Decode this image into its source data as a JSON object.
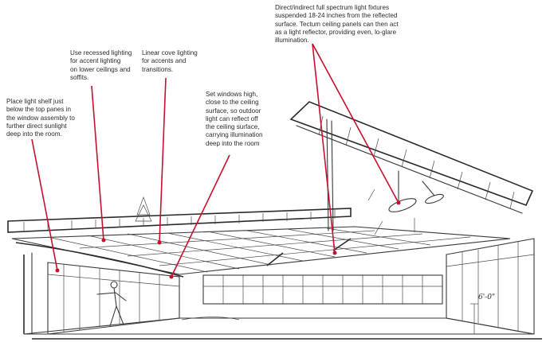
{
  "annotations": {
    "fixtures": "Direct/indirect full spectrum light fixtures\nsuspended 18-24 inches from the reflected\nsurface. Tectum ceiling panels can then act\nas a light reflector, providing even, lo-glare\nillumination.",
    "recessed": "Use recessed lighting\nfor accent lighting\non lower ceilings and\nsoffits.",
    "cove": "Linear cove lighting\nfor accents and\ntransitions.",
    "windows": "Set windows high,\nclose to the ceiling\nsurface, so outdoor\nlight can reflect off\nthe ceiling surface,\ncarrying illumination\ndeep into the room",
    "shelf": "Place light shelf just\nbelow the top panes in\nthe window assembly to\nfurther direct sunlight\ndeep into the room."
  },
  "dimension_label": "6'-0\"",
  "colors": {
    "leader": "#c8102e",
    "ink": "#2b2b2b",
    "paper": "#ffffff"
  }
}
